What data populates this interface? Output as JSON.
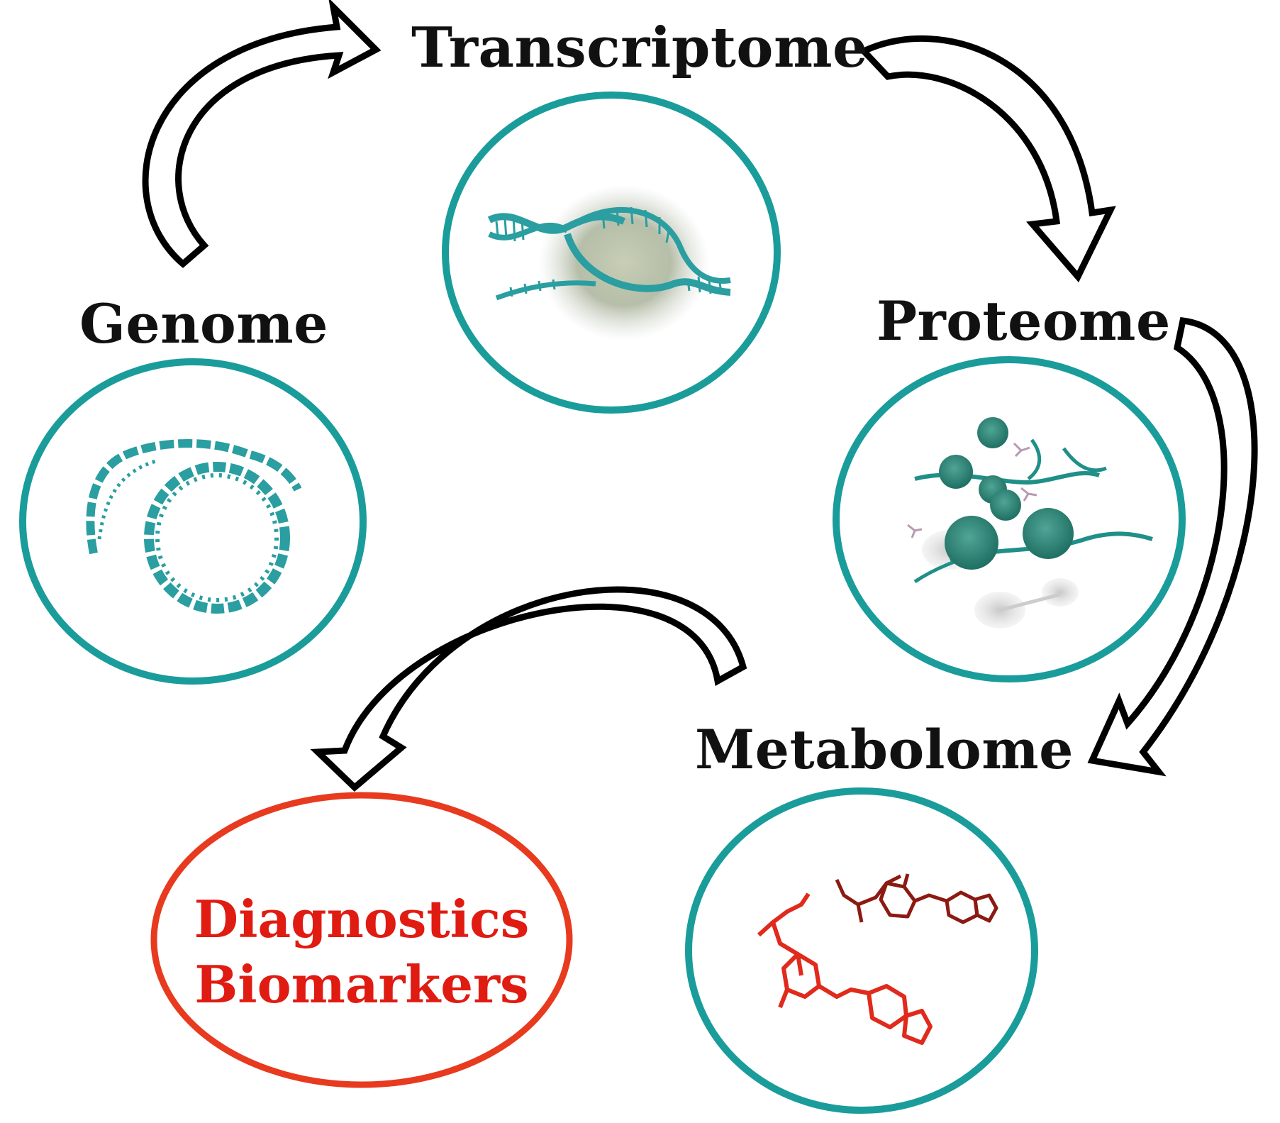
{
  "nodes": {
    "transcriptome": {
      "label": "Transcriptome",
      "icon": "rna-transcription-icon"
    },
    "genome": {
      "label": "Genome",
      "icon": "dna-double-helix-icon"
    },
    "proteome": {
      "label": "Proteome",
      "icon": "ribosome-translation-icon"
    },
    "metabolome": {
      "label": "Metabolome",
      "icon": "molecule-structure-icon"
    },
    "diagnostics": {
      "line1": "Diagnostics",
      "line2": "Biomarkers",
      "icon": ""
    }
  },
  "colors": {
    "circle_border": "#1a9c9b",
    "dna": "#2a9ea0",
    "target_border": "#e83a1e",
    "target_text": "#e01b12",
    "molecule": "#e02a1c",
    "arrow_stroke": "#000000",
    "text": "#111111"
  }
}
